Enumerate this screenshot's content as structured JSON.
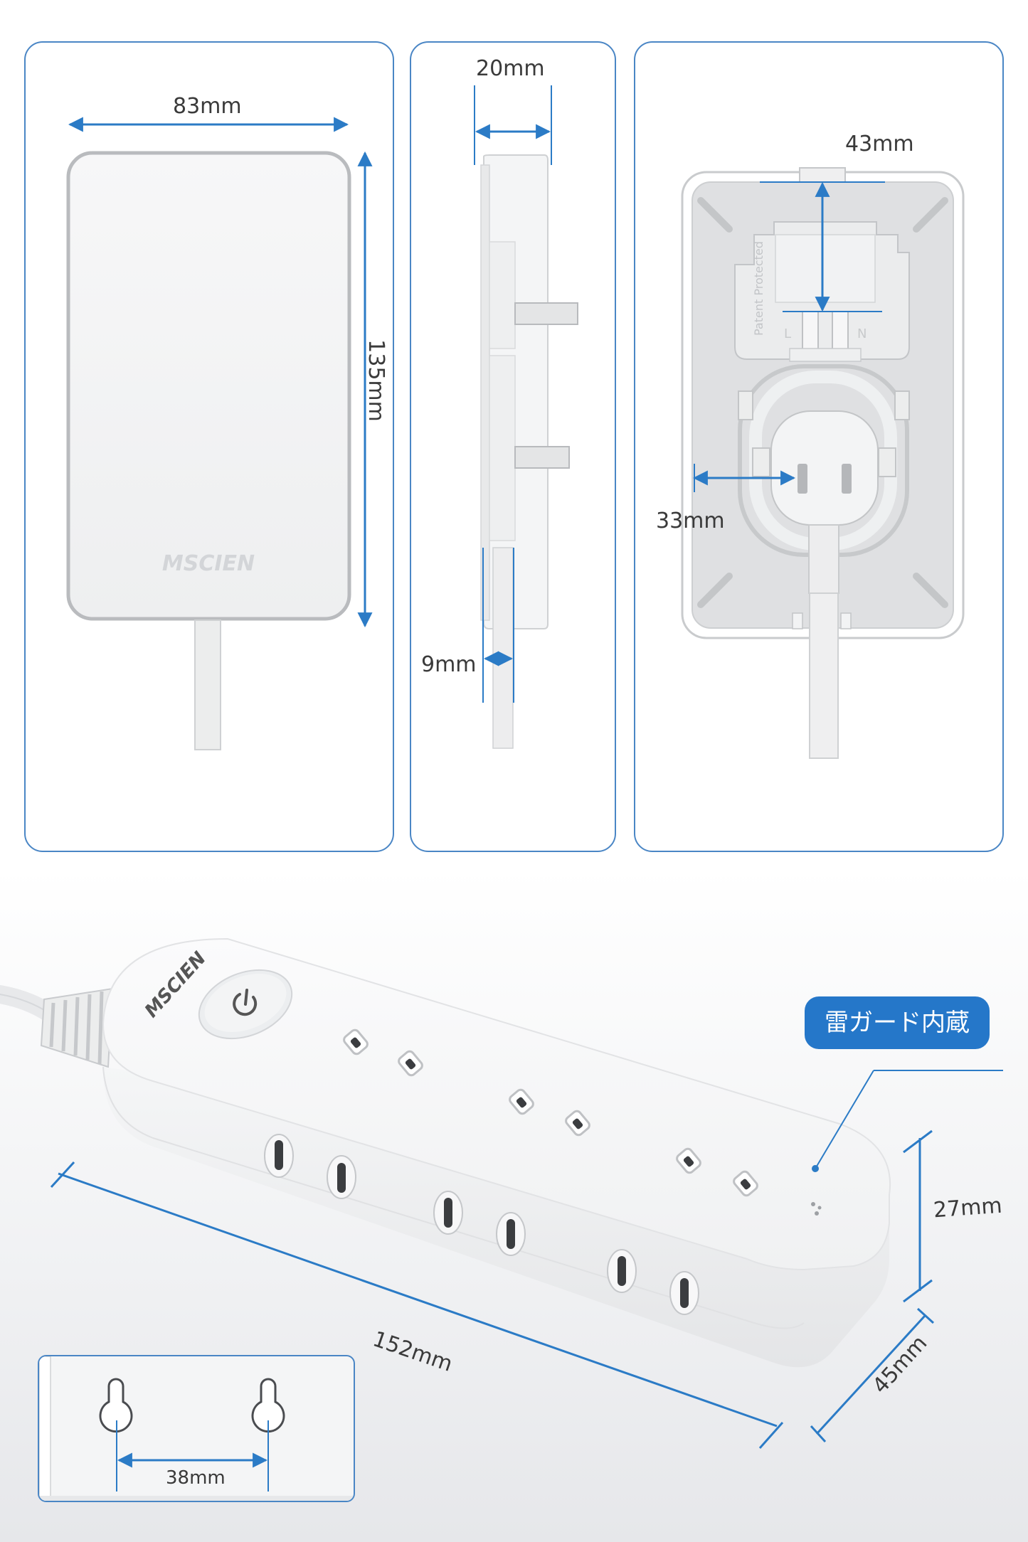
{
  "dimensions": {
    "front_width": "83mm",
    "front_height": "135mm",
    "side_depth": "20mm",
    "cord_width": "9mm",
    "back_top": "43mm",
    "back_side": "33mm",
    "length": "152mm",
    "height": "27mm",
    "depth": "45mm",
    "hole_spacing": "38mm"
  },
  "brand": "MSCIEN",
  "back_embossed_text": "Patent Protected",
  "plug_letters": {
    "left": "L",
    "right": "N"
  },
  "feature_badge": "雷ガード内蔵",
  "colors": {
    "accent": "#2577c9",
    "panel_border": "#4a86c5",
    "dimension_line": "#2b7bc6"
  },
  "icons": [
    "power-icon",
    "keyhole-icon"
  ]
}
